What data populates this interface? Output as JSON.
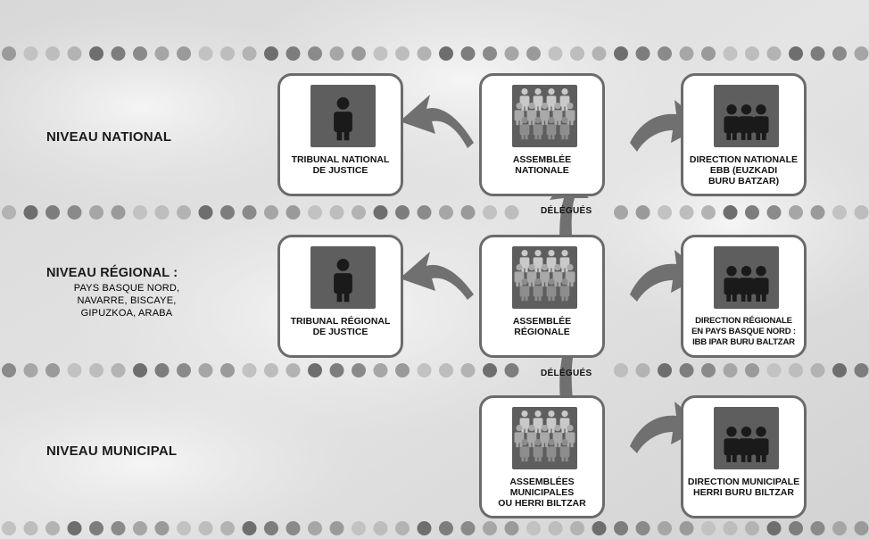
{
  "levels": {
    "national": {
      "title": "NIVEAU NATIONAL"
    },
    "regional": {
      "title": "NIVEAU RÉGIONAL :",
      "subtitle": "PAYS BASQUE NORD,\nNAVARRE, BISCAYE,\nGIPUZKOA, ARABA"
    },
    "municipal": {
      "title": "NIVEAU MUNICIPAL"
    }
  },
  "cards": {
    "tribunal_national": {
      "label": "TRIBUNAL NATIONAL\nDE JUSTICE",
      "icon": "person-icon"
    },
    "assemblee_nationale": {
      "label": "ASSEMBLÉE\nNATIONALE",
      "icon": "crowd-icon"
    },
    "direction_nationale": {
      "label": "DIRECTION NATIONALE\nEBB (EUZKADI\nBURU BATZAR)",
      "icon": "group-icon"
    },
    "tribunal_regional": {
      "label": "TRIBUNAL RÉGIONAL\nDE JUSTICE",
      "icon": "person-icon"
    },
    "assemblee_regionale": {
      "label": "ASSEMBLÉE\nRÉGIONALE",
      "icon": "crowd-icon"
    },
    "direction_regionale": {
      "label": "DIRECTION RÉGIONALE\nEN PAYS BASQUE NORD :\nIBB IPAR BURU BALTZAR",
      "icon": "group-icon"
    },
    "assemblees_municipales": {
      "label": "ASSEMBLÉES\nMUNICIPALES\nOU HERRI BILTZAR",
      "icon": "crowd-icon"
    },
    "direction_municipale": {
      "label": "DIRECTION MUNICIPALE\nHERRI BURU BILTZAR",
      "icon": "group-icon"
    }
  },
  "connectors": {
    "delegates_upper": "DÉLÉGUÉS",
    "delegates_lower": "DÉLÉGUÉS"
  },
  "colors": {
    "card_border": "#6b6b6b",
    "pictogram_bg": "#5e5e5e",
    "arrow": "#707070"
  }
}
